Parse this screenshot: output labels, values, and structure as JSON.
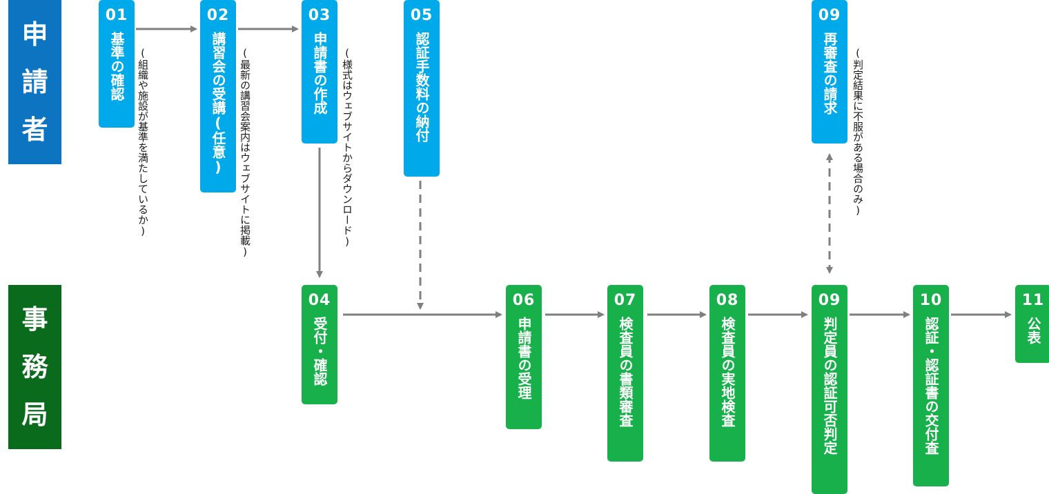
{
  "lanes": {
    "applicant": "申請者",
    "office": "事務局"
  },
  "steps": {
    "s01": {
      "num": "01",
      "label": "基準の確認"
    },
    "s02": {
      "num": "02",
      "label": "講習会の受講(任意)"
    },
    "s03": {
      "num": "03",
      "label": "申請書の作成"
    },
    "s05": {
      "num": "05",
      "label": "認証手数料の納付"
    },
    "s09a": {
      "num": "09",
      "label": "再審査の請求"
    },
    "s04": {
      "num": "04",
      "label": "受付・確認"
    },
    "s06": {
      "num": "06",
      "label": "申請書の受理"
    },
    "s07": {
      "num": "07",
      "label": "検査員の書類審査"
    },
    "s08": {
      "num": "08",
      "label": "検査員の実地検査"
    },
    "s09b": {
      "num": "09",
      "label": "判定員の認証可否判定"
    },
    "s10": {
      "num": "10",
      "label": "認証・認証書の交付査"
    },
    "s11": {
      "num": "11",
      "label": "公表"
    }
  },
  "notes": {
    "n01": "(組織や施設が基準を満たしているか)",
    "n02": "(最新の講習会案内はウェブサイトに掲載)",
    "n03": "(様式はウェブサイトからダウンロード)",
    "n09": "(判定結果に不服がある場合のみ)"
  },
  "colors": {
    "applicant_lane": "#0d74c2",
    "office_lane": "#0b6b1c",
    "applicant_step": "#00a9ea",
    "office_step": "#17b04a",
    "arrow": "#7f7f7f"
  }
}
